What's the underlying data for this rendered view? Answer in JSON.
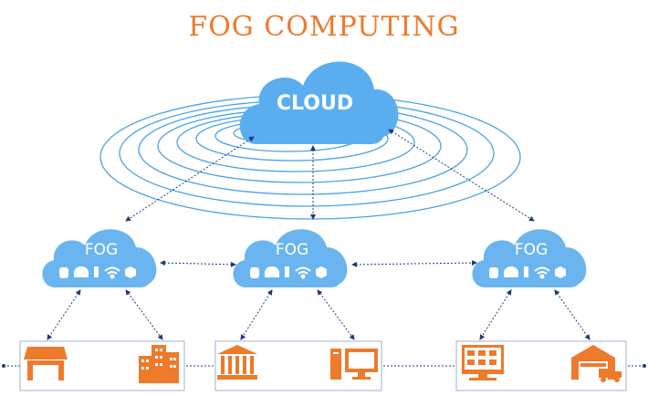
{
  "diagram": {
    "title": "FOG COMPUTING",
    "cloud_label": "CLOUD",
    "fog_nodes": [
      {
        "label": "FOG"
      },
      {
        "label": "FOG"
      },
      {
        "label": "FOG"
      }
    ],
    "fog_icons": [
      "database-icon",
      "hard-hat-icon",
      "device-icon",
      "wifi-icon",
      "hexagon-icon"
    ],
    "edge_groups": [
      {
        "icons": [
          "storefront-icon",
          "office-building-icon"
        ]
      },
      {
        "icons": [
          "bank-icon",
          "desktop-computer-icon"
        ]
      },
      {
        "icons": [
          "monitor-display-icon",
          "warehouse-truck-icon"
        ]
      }
    ],
    "colors": {
      "title": "#ee7a2b",
      "cloud_fill": "#5aaef0",
      "fog_fill": "#6ab5ef",
      "rings": "#4aa3e6",
      "connectors": "#1f3b7a",
      "edge_icons": "#ee7a2b",
      "edge_box": "#9fb0d6"
    }
  }
}
